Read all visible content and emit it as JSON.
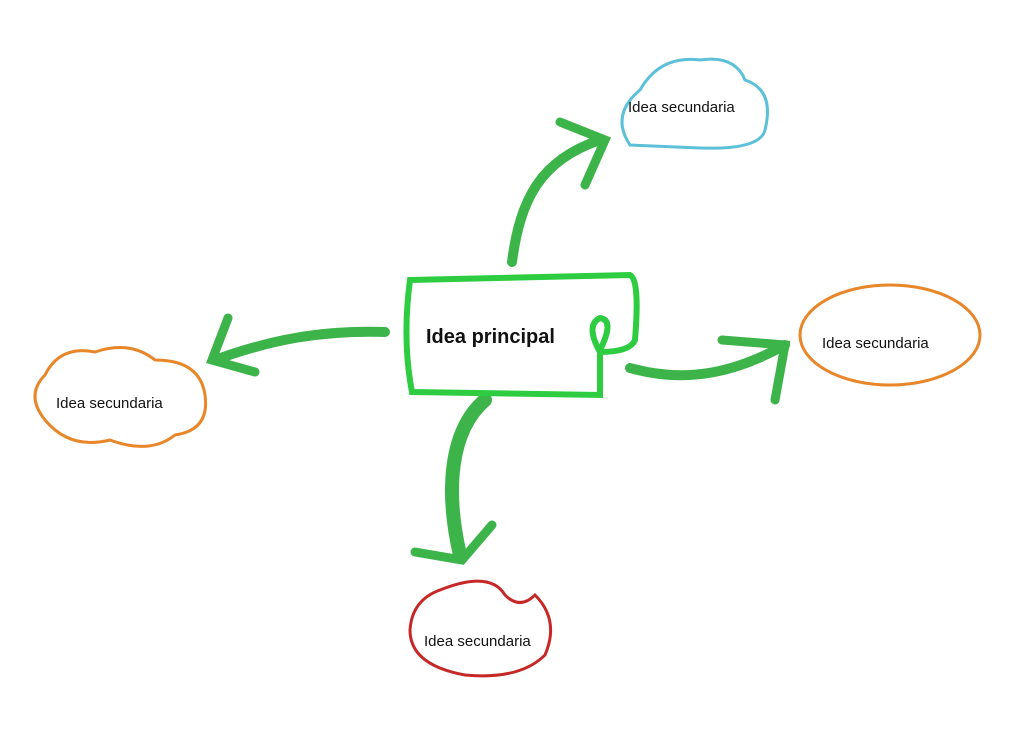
{
  "main": {
    "label": "Idea principal"
  },
  "nodes": [
    {
      "label": "Idea secundaria",
      "color": "#5bc0d8"
    },
    {
      "label": "Idea secundaria",
      "color": "#e8862a"
    },
    {
      "label": "Idea secundaria",
      "color": "#e8862a"
    },
    {
      "label": "Idea secundaria",
      "color": "#c62828"
    }
  ],
  "colors": {
    "arrow": "#3cb44a",
    "main_box": "#2ecc40"
  }
}
